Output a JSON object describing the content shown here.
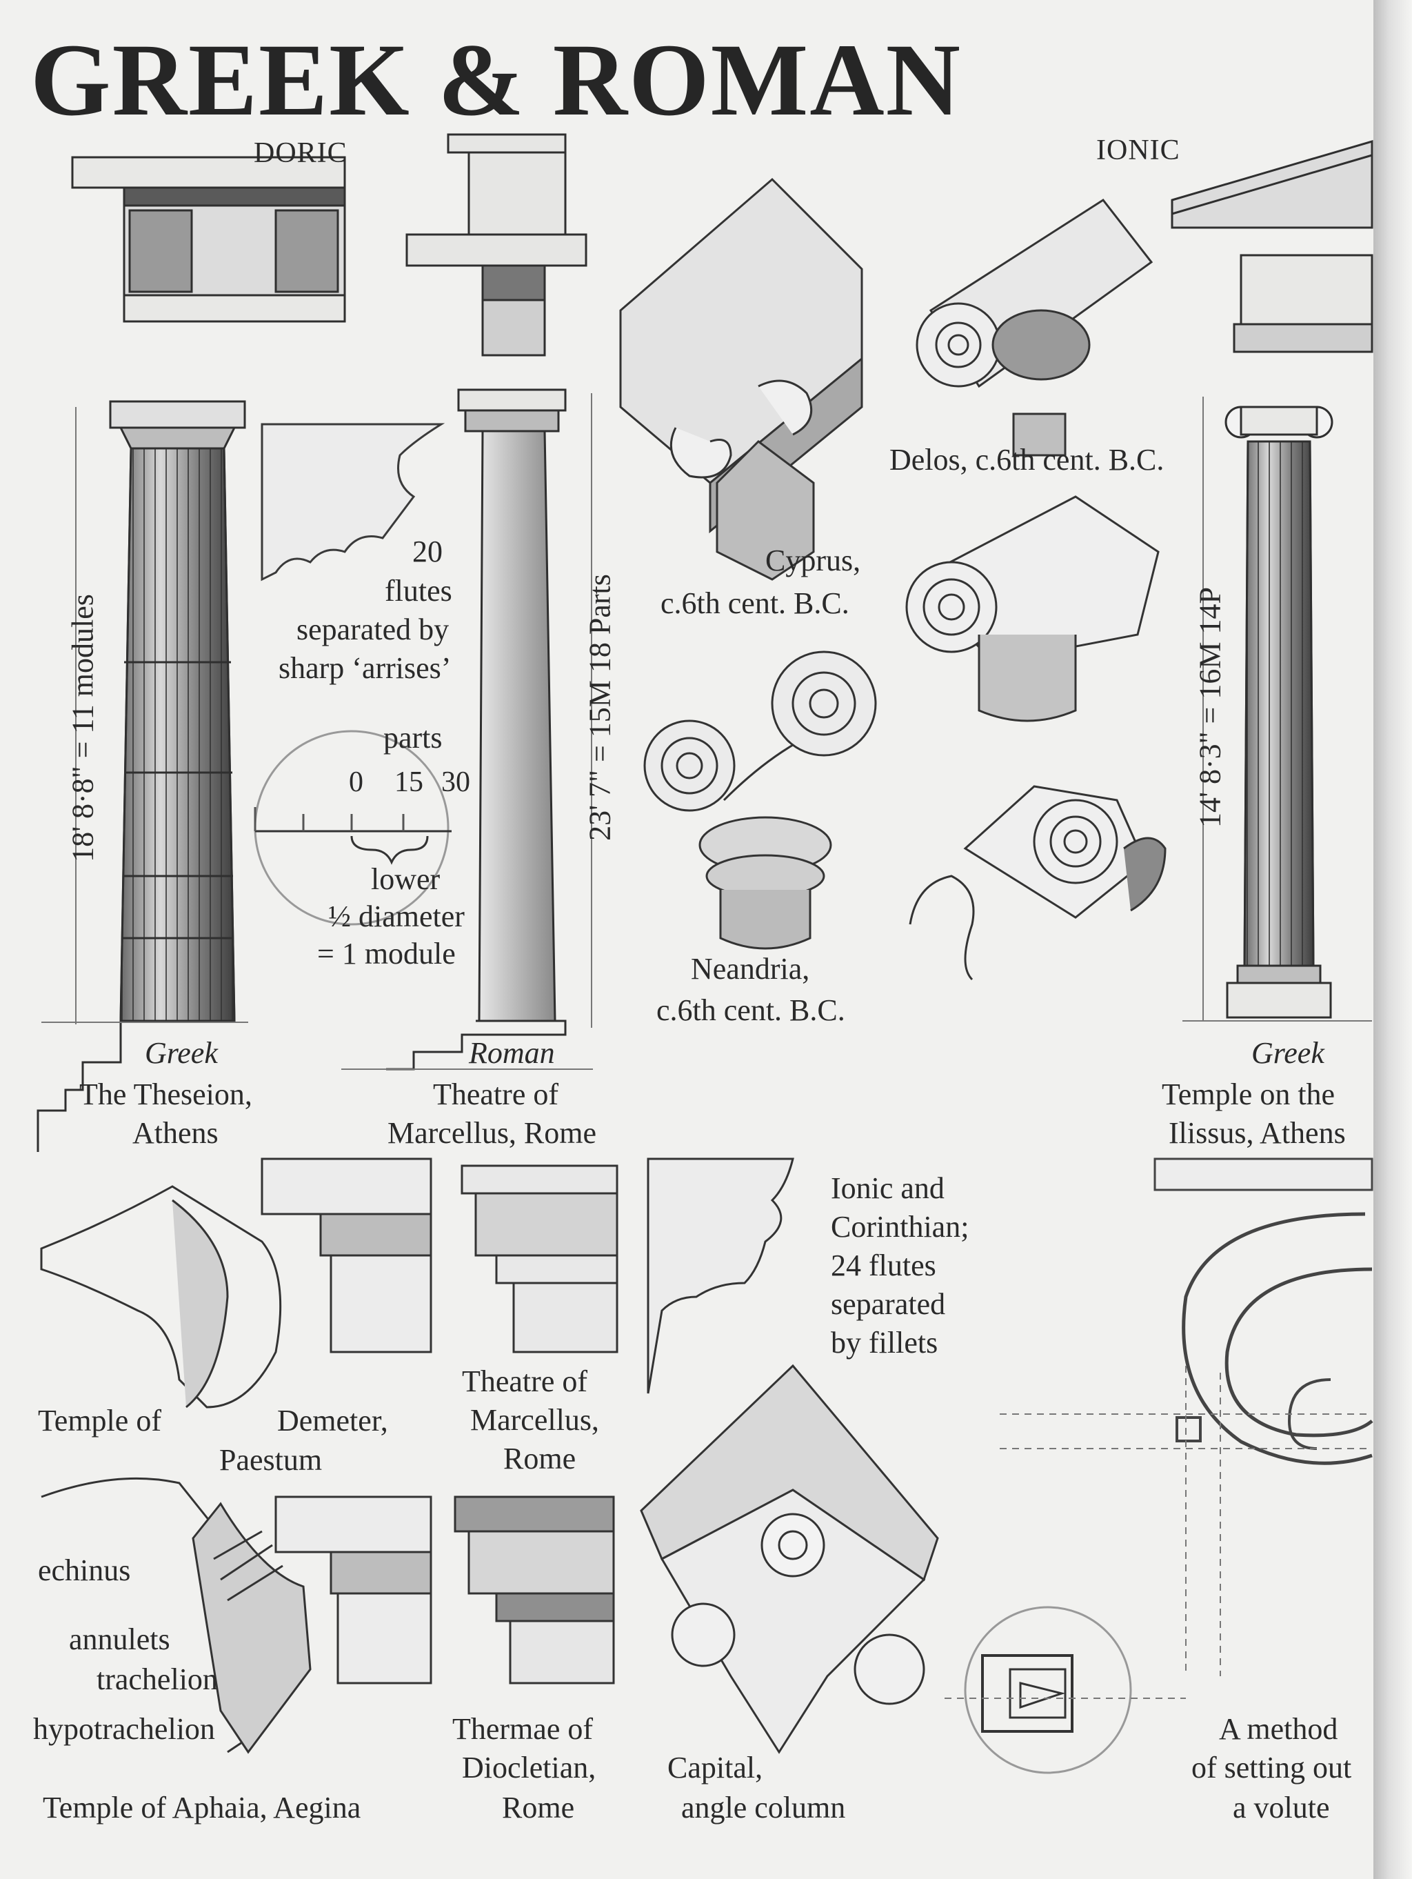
{
  "title": "GREEK & ROMAN",
  "headers": {
    "doric": "DORIC",
    "ionic": "IONIC"
  },
  "measures": {
    "greek_doric": "18' 8·8\" = 11 modules",
    "roman_doric": "23' 7\" = 15M 18 Parts",
    "greek_ionic": "14' 8·3\" = 16M 14P"
  },
  "flutes_note": [
    "20",
    "flutes",
    "separated by",
    "sharp ‘arrises’"
  ],
  "scale": {
    "parts": "parts",
    "ticks": [
      "0",
      "15",
      "30"
    ],
    "lower": [
      "lower",
      "½ diameter",
      "= 1 module"
    ]
  },
  "captions": {
    "greek_doric_style": "Greek",
    "greek_doric_place": [
      "The Theseion,",
      "Athens"
    ],
    "roman_doric_style": "Roman",
    "roman_doric_place": [
      "Theatre of",
      "Marcellus, Rome"
    ],
    "greek_ionic_style": "Greek",
    "greek_ionic_place": [
      "Temple on the",
      "Ilissus, Athens"
    ],
    "delos": "Delos, c.6th cent. B.C.",
    "cyprus": [
      "Cyprus,",
      "c.6th cent. B.C."
    ],
    "neandria": [
      "Neandria,",
      "c.6th cent. B.C."
    ],
    "ionic_flutes": [
      "Ionic and",
      "Corinthian;",
      "24 flutes",
      "separated",
      "by fillets"
    ],
    "demeter_a": "Temple of",
    "demeter_b": "Demeter,",
    "demeter_c": "Paestum",
    "marcellus": [
      "Theatre of",
      "Marcellus,",
      "Rome"
    ],
    "diocletian": [
      "Thermae of",
      "Diocletian,",
      "Rome"
    ],
    "angle_column": [
      "Capital,",
      "angle column"
    ],
    "volute_method": [
      "A method",
      "of setting out",
      "a volute"
    ],
    "aphaia": "Temple of Aphaia, Aegina",
    "parts_labels": [
      "echinus",
      "annulets",
      "trachelion",
      "hypotrachelion"
    ]
  },
  "colors": {
    "paper": "#f1f1ef",
    "ink": "#2a2a2a",
    "shade": "#8d8d8d",
    "dark": "#4a4a4a"
  }
}
